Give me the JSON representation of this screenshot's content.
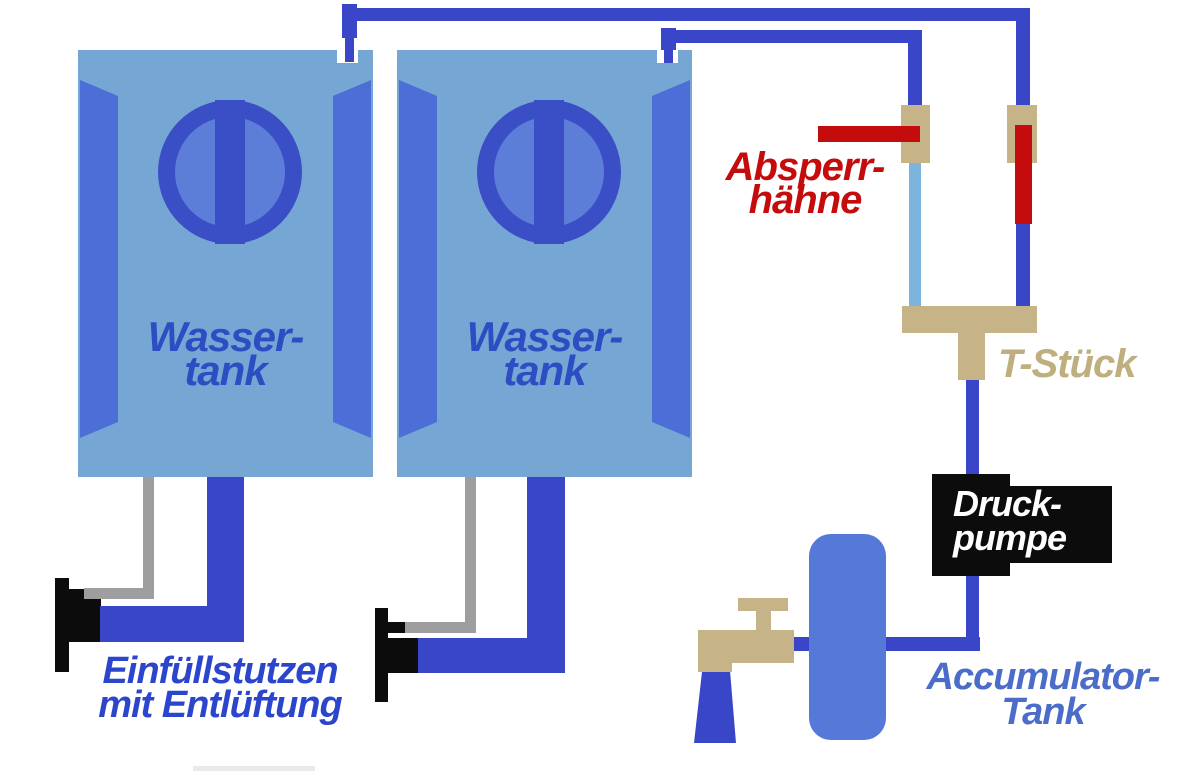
{
  "labels": {
    "water_tank": {
      "line1": "Wasser-",
      "line2": "tank"
    },
    "shutoff_valves": {
      "line1": "Absperr-",
      "line2": "hähne"
    },
    "t_piece": "T-Stück",
    "pressure_pump": {
      "line1": "Druck-",
      "line2": "pumpe"
    },
    "accumulator_tank": {
      "line1": "Accumulator-",
      "line2": "Tank"
    },
    "filler_neck": {
      "line1": "Einfüllstutzen",
      "line2": "mit Entlüftung"
    }
  },
  "colors": {
    "pipe_blue": "#3946c8",
    "pipe_light": "#7db4de",
    "tank_body": "#76a6d4",
    "tank_strip": "#4d6ed6",
    "emblem_ring": "#3a4ec6",
    "emblem_inner": "#5c7ed8",
    "tank_label": "#2c4ec2",
    "red": "#c50c0c",
    "tan": "#c6b488",
    "tan_text": "#c0af7e",
    "black": "#0c0c0c",
    "gray": "#9e9e9e",
    "accum_body": "#5678d9",
    "accum_label": "#4b6cc9",
    "filler_label": "#2c45cd",
    "pump_text": "#ffffff",
    "background": "#ffffff",
    "faint_line": "#eaeaea"
  }
}
